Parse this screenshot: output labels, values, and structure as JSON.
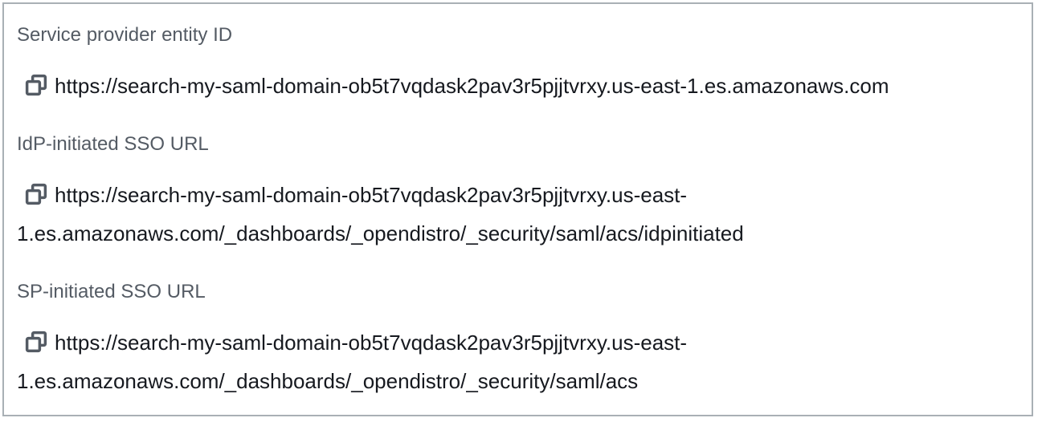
{
  "panel": {
    "fields": [
      {
        "label": "Service provider entity ID",
        "value": "https://search-my-saml-domain-ob5t7vqdask2pav3r5pjjtvrxy.us-east-1.es.amazonaws.com"
      },
      {
        "label": "IdP-initiated SSO URL",
        "value": "https://search-my-saml-domain-ob5t7vqdask2pav3r5pjjtvrxy.us-east-1.es.amazonaws.com/_dashboards/_opendistro/_security/saml/acs/idpinitiated"
      },
      {
        "label": "SP-initiated SSO URL",
        "value": "https://search-my-saml-domain-ob5t7vqdask2pav3r5pjjtvrxy.us-east-1.es.amazonaws.com/_dashboards/_opendistro/_security/saml/acs"
      }
    ],
    "icons": {
      "copy": "copy-icon"
    },
    "colors": {
      "label_text": "#545b64",
      "value_text": "#16191f",
      "border": "#a9b0b5",
      "background": "#ffffff",
      "icon": "#545b64"
    }
  }
}
